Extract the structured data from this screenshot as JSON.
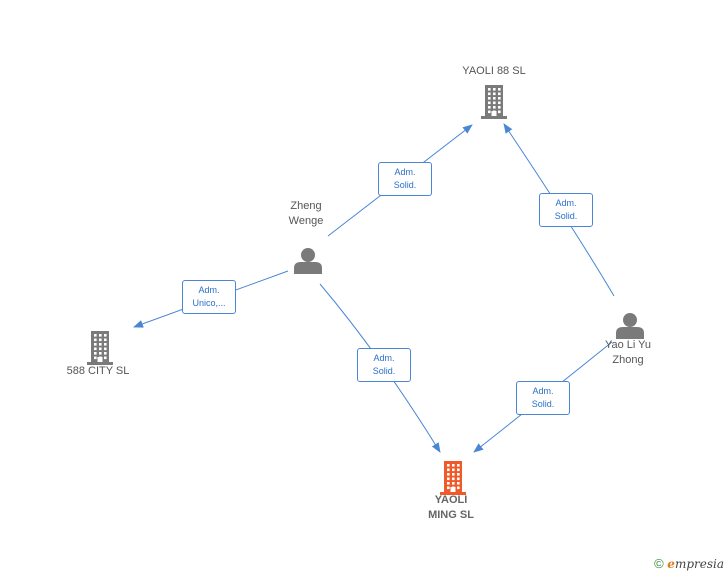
{
  "colors": {
    "edge": "#4a86d4",
    "node": "#7a7a7a",
    "highlight": "#f05a2a"
  },
  "nodes": [
    {
      "id": "yaoli88",
      "type": "company",
      "label": [
        "YAOLI 88  SL"
      ],
      "highlight": false
    },
    {
      "id": "zheng",
      "type": "person",
      "label": [
        "Zheng",
        "Wenge"
      ],
      "highlight": false
    },
    {
      "id": "yaoliyu",
      "type": "person",
      "label": [
        "Yao Li Yu",
        "Zhong"
      ],
      "highlight": false
    },
    {
      "id": "city588",
      "type": "company",
      "label": [
        "588 CITY  SL"
      ],
      "highlight": false
    },
    {
      "id": "yaoliming",
      "type": "company",
      "label": [
        "YAOLI",
        "MING  SL"
      ],
      "highlight": true
    }
  ],
  "edges": [
    {
      "from": "zheng",
      "to": "yaoli88",
      "label": [
        "Adm.",
        "Solid."
      ]
    },
    {
      "from": "yaoliyu",
      "to": "yaoli88",
      "label": [
        "Adm.",
        "Solid."
      ]
    },
    {
      "from": "zheng",
      "to": "city588",
      "label": [
        "Adm.",
        "Unico,..."
      ]
    },
    {
      "from": "zheng",
      "to": "yaoliming",
      "label": [
        "Adm.",
        "Solid."
      ]
    },
    {
      "from": "yaoliyu",
      "to": "yaoliming",
      "label": [
        "Adm.",
        "Solid."
      ]
    }
  ],
  "footer": {
    "copyright": "©",
    "brand_e": "e",
    "brand_rest": "mpresia"
  }
}
